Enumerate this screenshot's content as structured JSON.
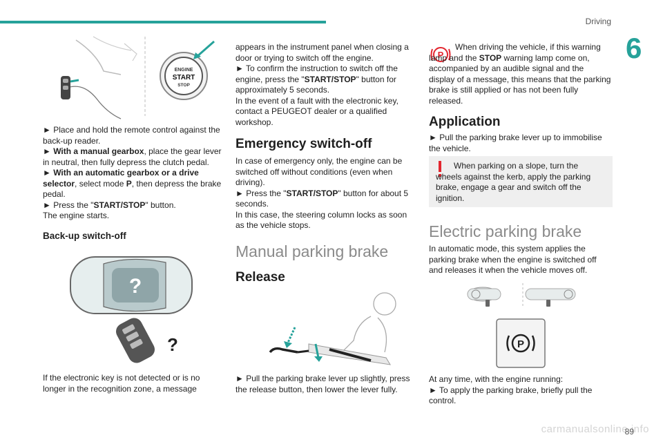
{
  "header": {
    "section": "Driving",
    "chapter": "6",
    "page": "89",
    "watermark": "carmanualsonline.info"
  },
  "col1": {
    "step1": "► Place and hold the remote control against the back-up reader.",
    "step2_bold": "► With a manual gearbox",
    "step2_rest": ", place the gear lever in neutral, then fully depress the clutch pedal.",
    "step3_bold": "► With an automatic gearbox or a drive selector",
    "step3_mid": ", select mode ",
    "step3_mode": "P",
    "step3_rest": ", then depress the brake pedal.",
    "step4_pre": "► Press the \"",
    "step4_key": "START/STOP",
    "step4_post": "\" button.",
    "step5": "The engine starts.",
    "backup_heading": "Back-up switch-off",
    "backup_text": "If the electronic key is not detected or is no longer in the recognition zone, a message",
    "engine_label_1": "ENGINE",
    "engine_label_2": "START",
    "engine_label_3": "STOP",
    "question_mark": "?"
  },
  "col2": {
    "cont1": "appears in the instrument panel when closing a door or trying to switch off the engine.",
    "cont2_pre": "► To confirm the instruction to switch off the engine, press the \"",
    "cont2_key": "START/STOP",
    "cont2_post": "\" button for approximately 5 seconds.",
    "cont3": "In the event of a fault with the electronic key, contact a PEUGEOT dealer or a qualified workshop.",
    "emergency_heading": "Emergency switch-off",
    "emergency_p1": "In case of emergency only, the engine can be switched off without conditions (even when driving).",
    "emergency_p2_pre": "► Press the \"",
    "emergency_p2_key": "START/STOP",
    "emergency_p2_post": "\" button for about 5 seconds.",
    "emergency_p3": "In this case, the steering column locks as soon as the vehicle stops.",
    "manual_heading": "Manual parking brake",
    "release_heading": "Release",
    "release_text": "► Pull the parking brake lever up slightly, press the release button, then lower the lever fully."
  },
  "col3": {
    "warn_text_pre": "When driving the vehicle, if this warning lamp and the ",
    "warn_stop": "STOP",
    "warn_text_post": " warning lamp come on, accompanied by an audible signal and the display of a message, this means that the parking brake is still applied or has not been fully released.",
    "application_heading": "Application",
    "application_text": "► Pull the parking brake lever up to immobilise the vehicle.",
    "note_text": "When parking on a slope, turn the wheels against the kerb, apply the parking brake, engage a gear and switch off the ignition.",
    "electric_heading": "Electric parking brake",
    "electric_p1": "In automatic mode, this system applies the parking brake when the engine is switched off and releases it when the vehicle moves off.",
    "electric_p2": "At any time, with the engine running:",
    "electric_p3": "► To apply the parking brake, briefly pull the control."
  },
  "colors": {
    "accent": "#26a29a",
    "warning_red": "#e3262f",
    "note_bg": "#efefef"
  }
}
